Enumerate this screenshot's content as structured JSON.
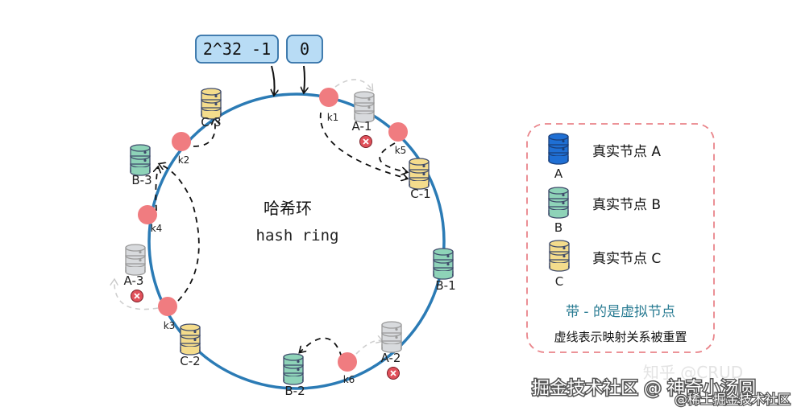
{
  "diagram": {
    "center_title": "哈希环",
    "center_subtitle": "hash ring",
    "boundary_labels": {
      "max": "2^32 -1",
      "zero": "0"
    },
    "colors": {
      "ring": "#2b7bb5",
      "key_dot": "#f07c80",
      "node_a": "#1f6fd4",
      "node_b": "#8ed3b8",
      "node_c": "#f4dc8c",
      "removed": "#d8dadd",
      "removed_mark": "#e0505a",
      "legend_border": "#e9848a"
    },
    "nodes": [
      {
        "id": "C-3",
        "label": "C-3",
        "type": "C",
        "removed": false
      },
      {
        "id": "A-1",
        "label": "A-1",
        "type": "A",
        "removed": true
      },
      {
        "id": "C-1",
        "label": "C-1",
        "type": "C",
        "removed": false
      },
      {
        "id": "B-3",
        "label": "B-3",
        "type": "B",
        "removed": false
      },
      {
        "id": "A-3",
        "label": "A-3",
        "type": "A",
        "removed": true
      },
      {
        "id": "B-1",
        "label": "B-1",
        "type": "B",
        "removed": false
      },
      {
        "id": "C-2",
        "label": "C-2",
        "type": "C",
        "removed": false
      },
      {
        "id": "B-2",
        "label": "B-2",
        "type": "B",
        "removed": false
      },
      {
        "id": "A-2",
        "label": "A-2",
        "type": "A",
        "removed": true
      }
    ],
    "keys": [
      {
        "id": "k1",
        "label": "k1"
      },
      {
        "id": "k2",
        "label": "k2"
      },
      {
        "id": "k3",
        "label": "k3"
      },
      {
        "id": "k4",
        "label": "k4"
      },
      {
        "id": "k5",
        "label": "k5"
      },
      {
        "id": "k6",
        "label": "k6"
      }
    ]
  },
  "legend": {
    "items": [
      {
        "name": "A",
        "text": "真实节点  A"
      },
      {
        "name": "B",
        "text": "真实节点  B"
      },
      {
        "name": "C",
        "text": "真实节点  C"
      }
    ],
    "virtual_note": "带 - 的是虚拟节点",
    "dashed_note": "虚线表示映射关系被重置"
  },
  "watermark": {
    "line1": "掘金技术社区 @ 神奇小汤圆",
    "faint": "知乎 @CRUD",
    "corner": "@稀土掘金技术社区"
  }
}
